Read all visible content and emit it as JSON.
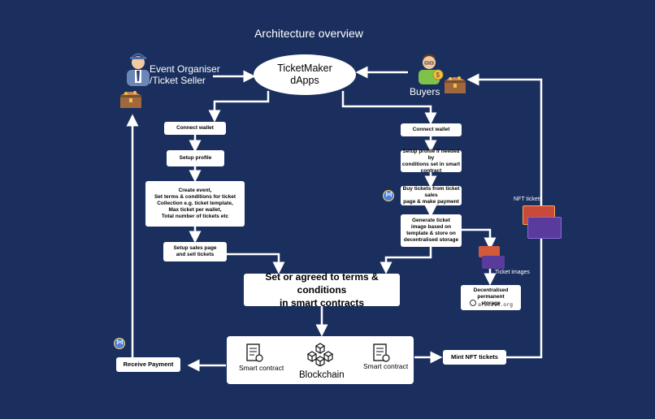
{
  "title": "Architecture overview",
  "actors": {
    "organiser": "Event Organiser\n/Ticket Seller",
    "dapp": "TicketMaker\ndApps",
    "buyers": "Buyers"
  },
  "organiser_flow": {
    "connect": "Connect wallet",
    "profile": "Setup profile",
    "create": "Create event,\nSet terms & conditions for ticket\nCollection e.g. ticket template,\nMax ticket per wallet,\nTotal number of tickets etc",
    "sales": "Setup sales page\nand sell tickets"
  },
  "buyer_flow": {
    "connect": "Connect wallet",
    "profile": "Setup profile if needed by\nconditions set in smart\ncontract",
    "buy": "Buy tickets from ticket sales\npage & make payment",
    "generate": "Generate ticket\nimage based on\ntemplate & store on\ndecentralised storage"
  },
  "terms": "Set or agreed to terms & conditions\nin smart contracts",
  "blockchain": {
    "left": "Smart contract",
    "center": "Blockchain",
    "right": "Smart contract"
  },
  "mint": "Mint NFT tickets",
  "receive": "Receive Payment",
  "ticket_images": "Ticket images",
  "storage": "Decentralised permanent\nstorage",
  "arweave": "arweave.org",
  "nft_tickets": "NFT tickets",
  "icons": {
    "organiser": "organiser-person-icon",
    "buyer": "buyer-person-icon",
    "chest": "treasure-chest-icon",
    "coin": "token-coin-icon",
    "contract": "smart-contract-icon",
    "chain": "blockchain-cubes-icon"
  }
}
